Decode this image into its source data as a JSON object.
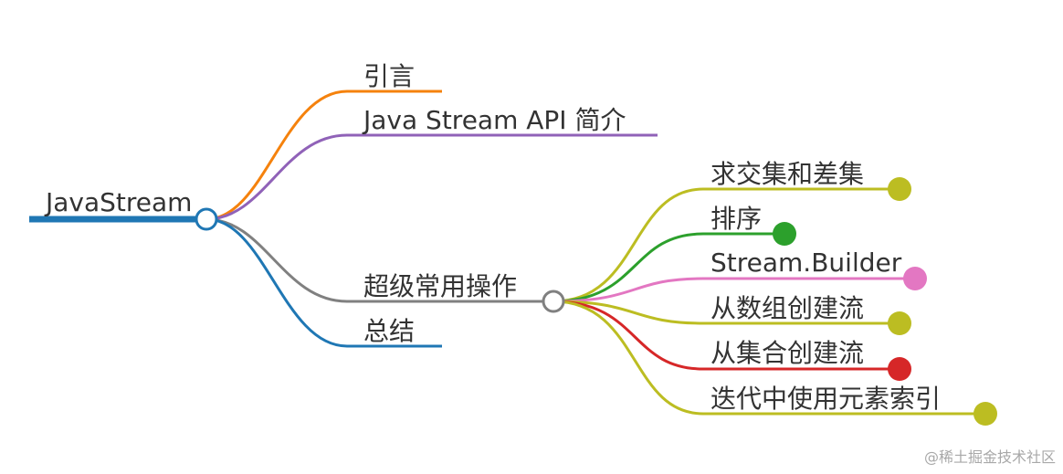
{
  "mindmap": {
    "root": "JavaStream",
    "branches": [
      {
        "label": "引言",
        "color": "#f5820d"
      },
      {
        "label": "Java Stream API 简介",
        "color": "#9062b8"
      },
      {
        "label": "超级常用操作",
        "color": "#808080",
        "children": [
          {
            "label": "求交集和差集",
            "color": "#bcbd22"
          },
          {
            "label": "排序",
            "color": "#2ca02c"
          },
          {
            "label": "Stream.Builder",
            "color": "#e377c2"
          },
          {
            "label": "从数组创建流",
            "color": "#bcbd22"
          },
          {
            "label": "从集合创建流",
            "color": "#d62728"
          },
          {
            "label": "迭代中使用元素索引",
            "color": "#bcbd22"
          }
        ]
      },
      {
        "label": "总结",
        "color": "#1f77b4"
      }
    ],
    "root_color": "#1f77b4"
  },
  "watermark": "@稀土掘金技术社区"
}
